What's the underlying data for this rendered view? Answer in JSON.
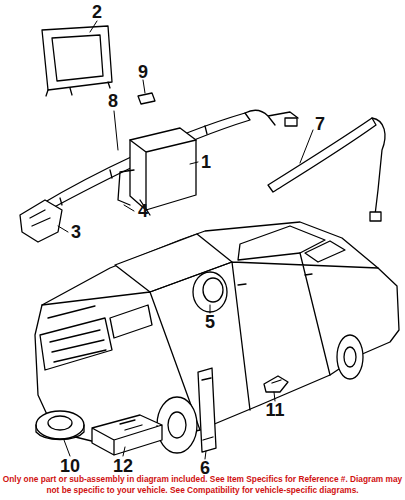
{
  "diagram": {
    "caption": "Only one part or sub-assembly in diagram included. See Item Specifics for Reference #. Diagram may not be specific to your vehicle. See Compatibility for vehicle-specific diagrams.",
    "labels": [
      "2",
      "9",
      "8",
      "7",
      "1",
      "4",
      "3",
      "5",
      "11",
      "6",
      "10",
      "12"
    ]
  }
}
